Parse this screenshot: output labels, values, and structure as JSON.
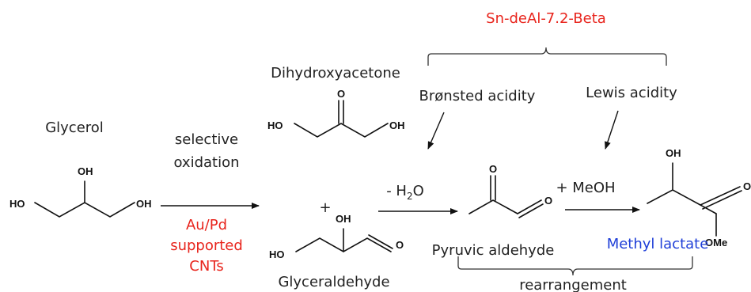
{
  "labels": {
    "catalyst": "Sn-deAl-7.2-Beta",
    "dihydroxyacetone": "Dihydroxyacetone",
    "bronsted": "Brønsted acidity",
    "lewis": "Lewis acidity",
    "glycerol": "Glycerol",
    "selective": "selective",
    "oxidation": "oxidation",
    "au_pd": "Au/Pd",
    "supported": "supported",
    "cnts": "CNTs",
    "plus": "+",
    "minus_water": "- H",
    "water_sub": "2",
    "water_o": "O",
    "plus_meoh": "+ MeOH",
    "pyruvic": "Pyruvic aldehyde",
    "methyl_lactate": "Methyl lactate",
    "glyceraldehyde": "Glyceraldehyde",
    "rearrangement": "rearrangement"
  },
  "atoms": {
    "ho": "HO",
    "oh": "OH",
    "o": "O",
    "ome": "OMe"
  },
  "colors": {
    "catalyst": "#e8241c",
    "product": "#1f3fd8",
    "text": "#222222"
  }
}
